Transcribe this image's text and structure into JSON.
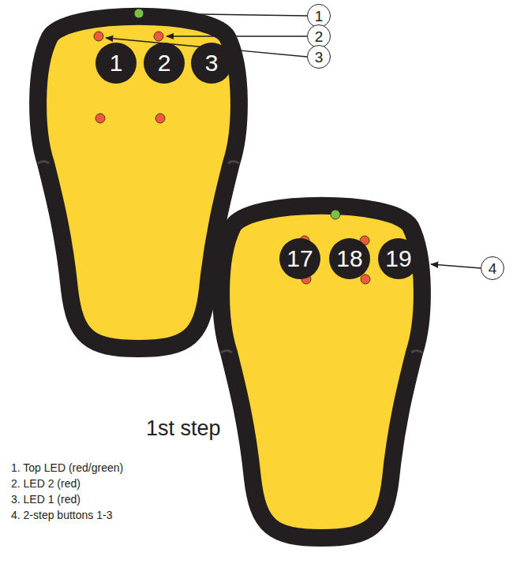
{
  "diagram": {
    "nodes": [
      {
        "text": [
          "1"
        ]
      },
      {
        "text": [
          "2"
        ]
      },
      {
        "text": [
          "3"
        ]
      },
      {
        "text": [
          "1"
        ]
      },
      {
        "text": [
          "2"
        ]
      },
      {
        "text": [
          "3"
        ]
      },
      {
        "text": [
          "17"
        ]
      },
      {
        "text": [
          "18"
        ]
      },
      {
        "text": [
          "19"
        ]
      },
      {
        "text": [
          "4"
        ]
      }
    ],
    "labels": [
      "1st step",
      "1. Top LED (red/green)",
      "2. LED 2 (red)",
      "3. LED 1 (red)",
      "4. 2-step buttons 1-3"
    ]
  }
}
